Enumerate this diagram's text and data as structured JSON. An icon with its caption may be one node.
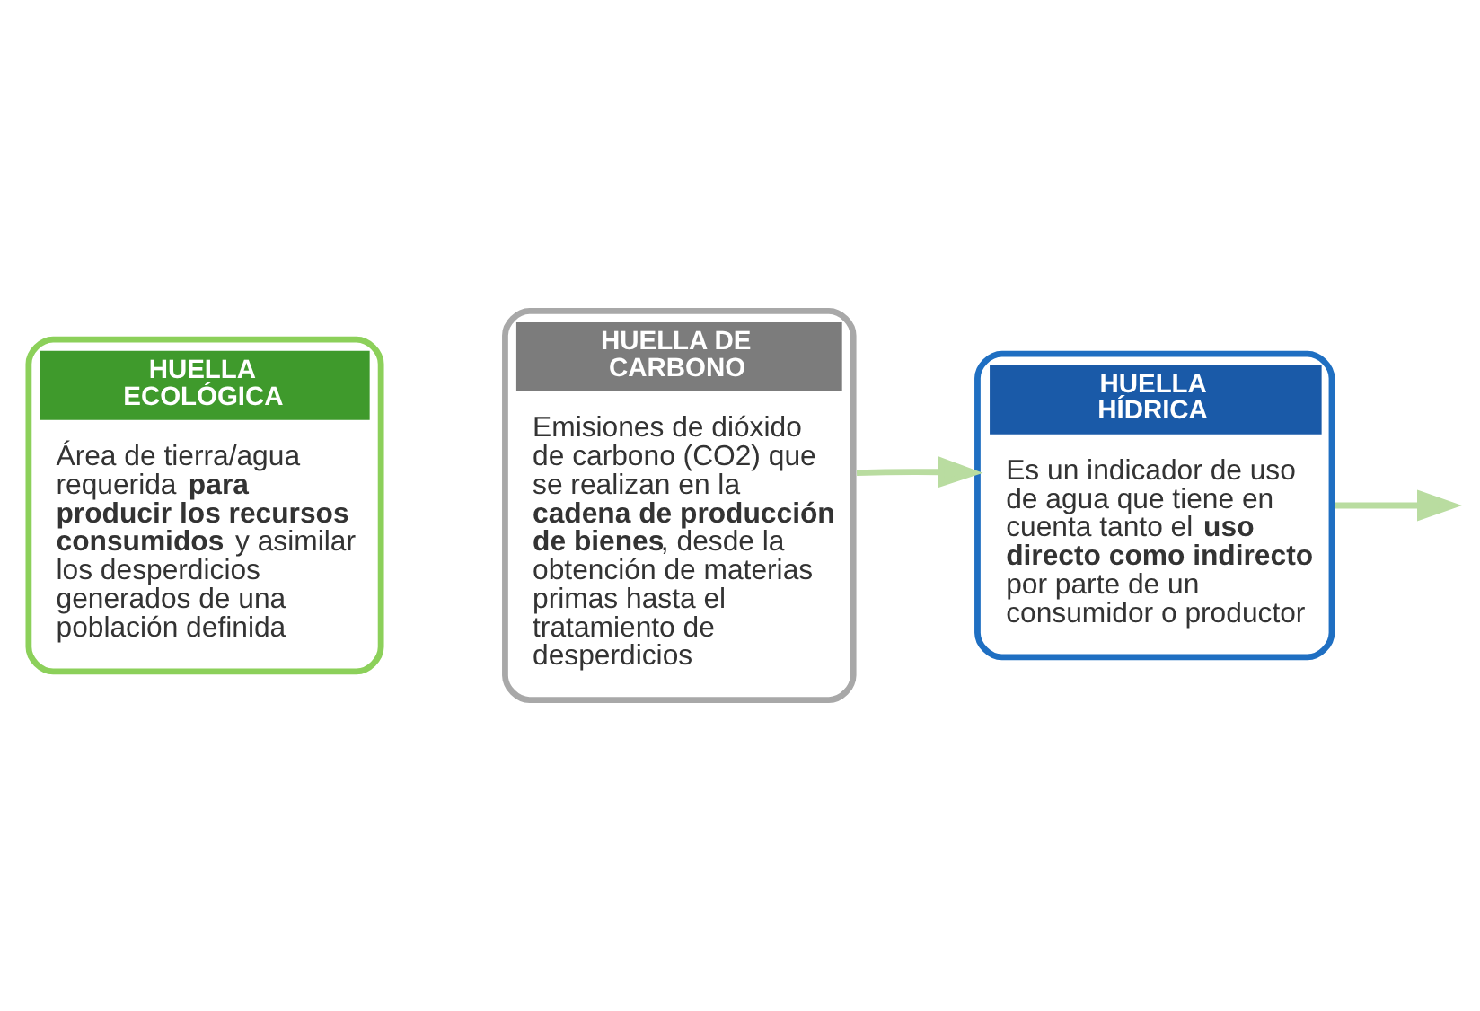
{
  "diagram": {
    "nodes": [
      {
        "text": [
          "HUELLA ECOLÓGICA",
          "Área de tierra/agua requerida **para producir los recursos consumidos** y asimilar los desperdicios generados de una población definida"
        ]
      },
      {
        "text": [
          "HUELLA DE CARBONO",
          "Emisiones de dióxido de carbono (CO2) que se realizan en la **cadena de producción de bienes**, desde la obtención de materias primas hasta el tratamiento de desperdicios"
        ]
      },
      {
        "text": [
          "HUELLA HÍDRICA",
          "Es un indicador de uso de agua que tiene en cuenta tanto el **uso directo como indirecto** por parte de un consumidor o productor"
        ]
      }
    ],
    "edges": [
      {
        "from": 1,
        "to": 2,
        "arrow": "to"
      },
      {
        "from": 2,
        "to": null,
        "arrow": "to"
      }
    ]
  }
}
